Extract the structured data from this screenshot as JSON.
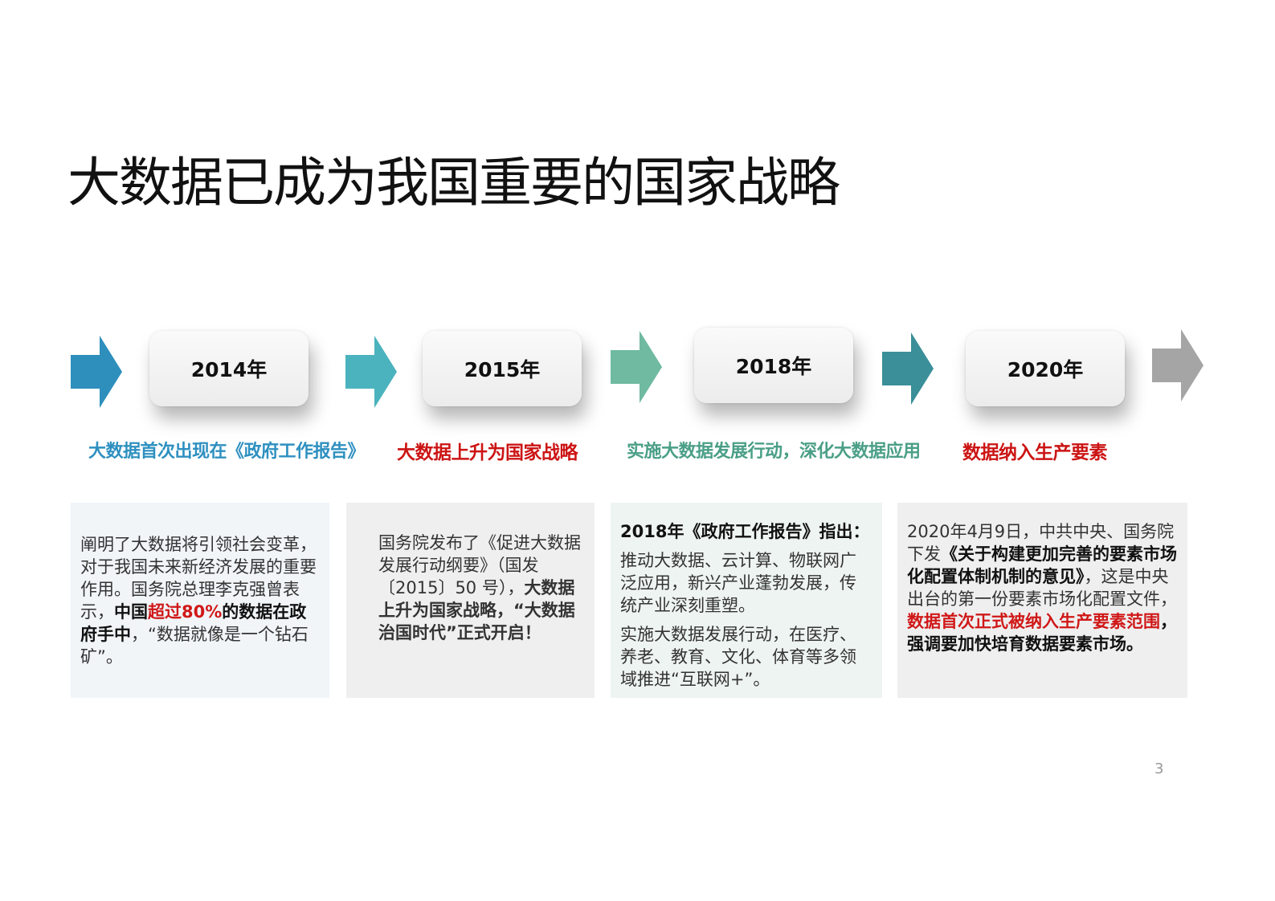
{
  "slide": {
    "title": "大数据已成为我国重要的国家战略",
    "page_number": "3"
  },
  "colors": {
    "arrow_1": "#2e8fbd",
    "arrow_2": "#4bb3be",
    "arrow_3": "#6fbaa0",
    "arrow_4": "#3a8f99",
    "arrow_5": "#a5a5a5",
    "subtitle_blue": "#2e90c0",
    "subtitle_red": "#cc1414",
    "subtitle_green": "#4a9f86",
    "card_1_bg": "#f1f5f8",
    "card_2_bg": "#efefef",
    "card_3_bg": "#eef4f2",
    "card_4_bg": "#efefef"
  },
  "timeline": [
    {
      "year": "2014年",
      "subtitle": "大数据首次出现在《政府工作报告》",
      "card": {
        "t1": "阐明了大数据将引领社会变革，对于我国未来新经济发展的重要作用。国务院总理李克强曾表示，",
        "b1": "中国",
        "r1": "超过80%",
        "b2": "的数据在政府手中",
        "t2": "，“数据就像是一个钻石矿”。"
      }
    },
    {
      "year": "2015年",
      "subtitle": "大数据上升为国家战略",
      "card": {
        "t1": "国务院发布了《促进大数据发展行动纲要》（国发〔2015〕50 号），",
        "b1": "大数据上升为国家战略，“大数据治国时代”正式开启！"
      }
    },
    {
      "year": "2018年",
      "subtitle": "实施大数据发展行动，深化大数据应用",
      "card": {
        "b1": "2018年《政府工作报告》指出：",
        "p1": "推动大数据、云计算、物联网广泛应用，新兴产业蓬勃发展，传统产业深刻重塑。",
        "p2": "实施大数据发展行动，在医疗、养老、教育、文化、体育等多领域推进“互联网+”。"
      }
    },
    {
      "year": "2020年",
      "subtitle": "数据纳入生产要素",
      "card": {
        "t1": "2020年4月9日，中共中央、国务院下发",
        "b1": "《关于构建更加完善的要素市场化配置体制机制的意见》",
        "t2": "，这是中央出台的第一份要素市场化配置文件，",
        "r1": "数据首次正式被纳入生产要素范围",
        "b2": "，强调要加快培育数据要素市场。"
      }
    }
  ]
}
